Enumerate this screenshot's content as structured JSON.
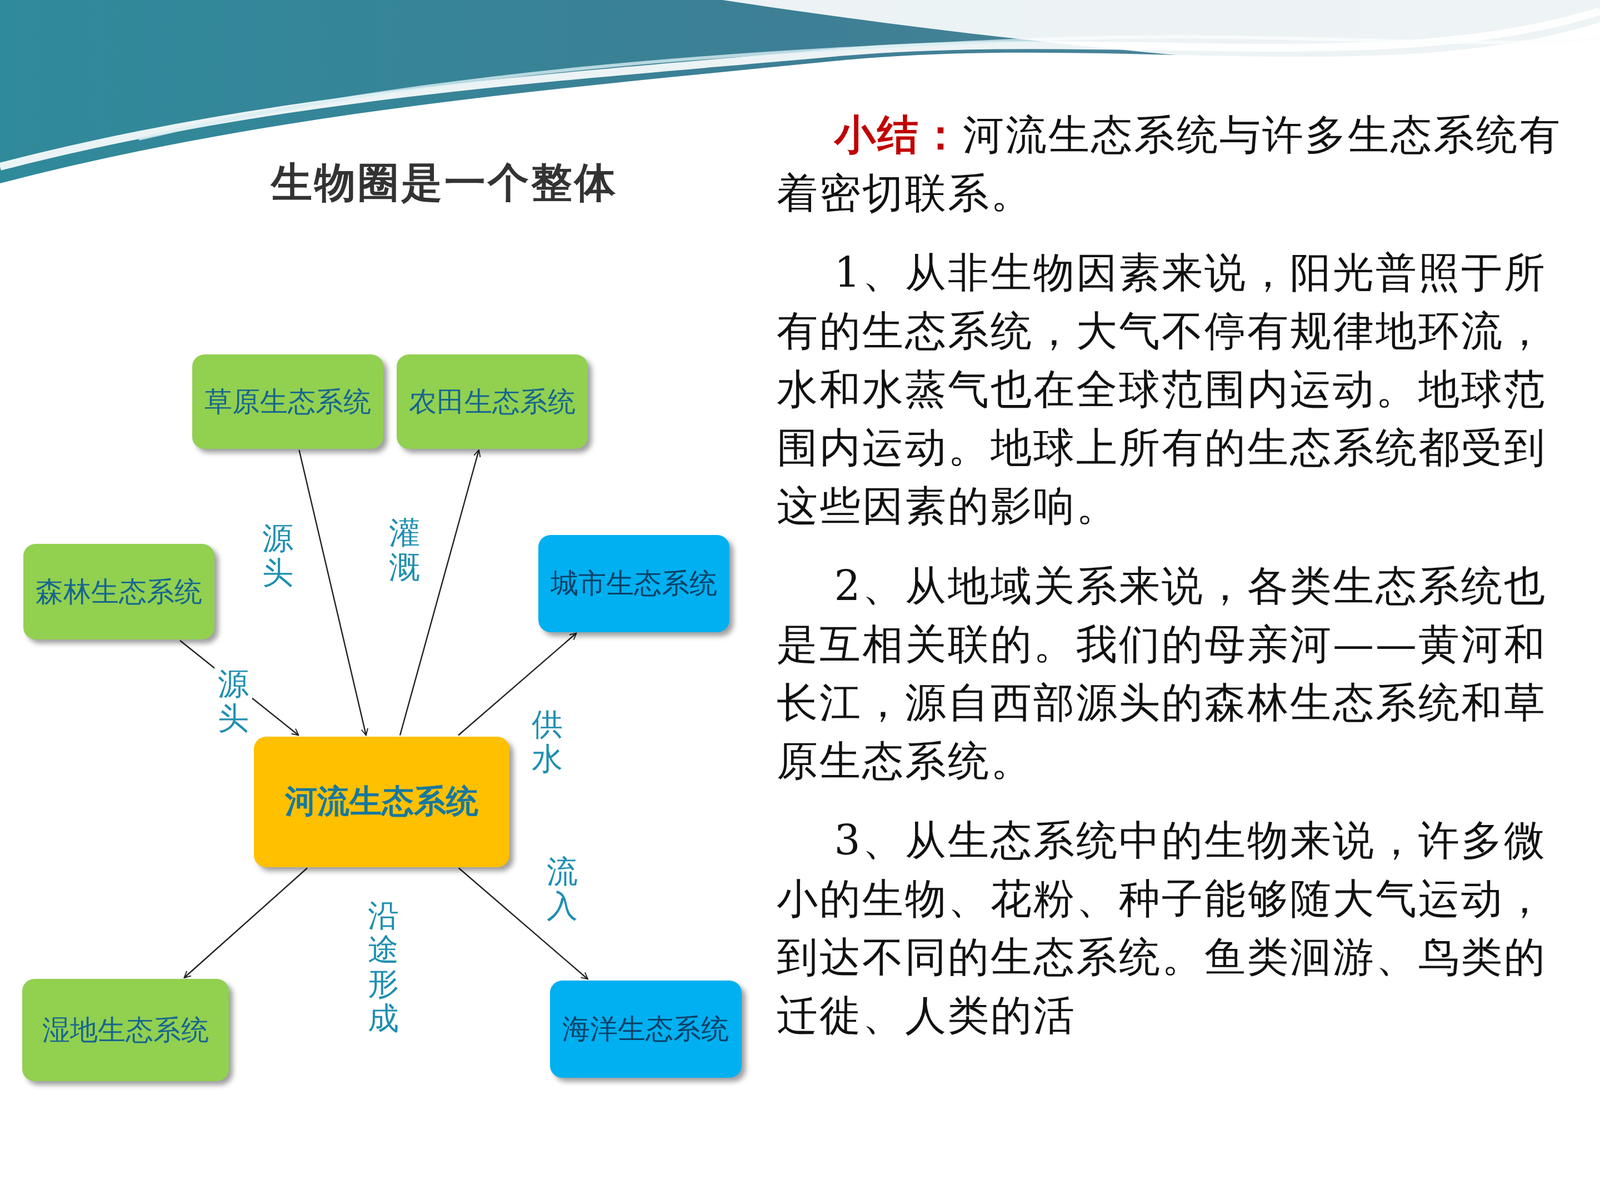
{
  "diagram": {
    "title": "生物圈是一个整体",
    "nodes": [
      {
        "text": [
          "草原生态系统"
        ]
      },
      {
        "text": [
          "农田生态系统"
        ]
      },
      {
        "text": [
          "森林生态系统"
        ]
      },
      {
        "text": [
          "城市生态系统"
        ]
      },
      {
        "text": [
          "河流生态系统"
        ]
      },
      {
        "text": [
          "湿地生态系统"
        ]
      },
      {
        "text": [
          "海洋生态系统"
        ]
      }
    ],
    "edges": [
      {
        "from": 0,
        "to": 4,
        "label": "源头",
        "arrow": "to"
      },
      {
        "from": 2,
        "to": 4,
        "label": "源头",
        "arrow": "to"
      },
      {
        "from": 4,
        "to": 1,
        "label": "灌溉",
        "arrow": "to"
      },
      {
        "from": 4,
        "to": 3,
        "label": "供水",
        "arrow": "to"
      },
      {
        "from": 4,
        "to": 5,
        "label": "沿途形成",
        "arrow": "to"
      },
      {
        "from": 4,
        "to": 6,
        "label": "流入",
        "arrow": "to"
      }
    ],
    "labels": [
      "小结：",
      "河流生态系统与许多生态系统有着密切联系。",
      "1、从非生物因素来说，阳光普照于所有的生态系统，大气不停有规律地环流，水和水蒸气也在全球范围内运动。地球范围内运动。地球上所有的生态系统都受到这些因素的影响。",
      "2、从地域关系来说，各类生态系统也是互相关联的。我们的母亲河——黄河和长江，源自西部源头的森林生态系统和草原生态系统。",
      "3、从生态系统中的生物来说，许多微小的生物、花粉、种子能够随大气运动，到达不同的生态系统。鱼类洄游、鸟类的迁徙、人类的活"
    ]
  }
}
